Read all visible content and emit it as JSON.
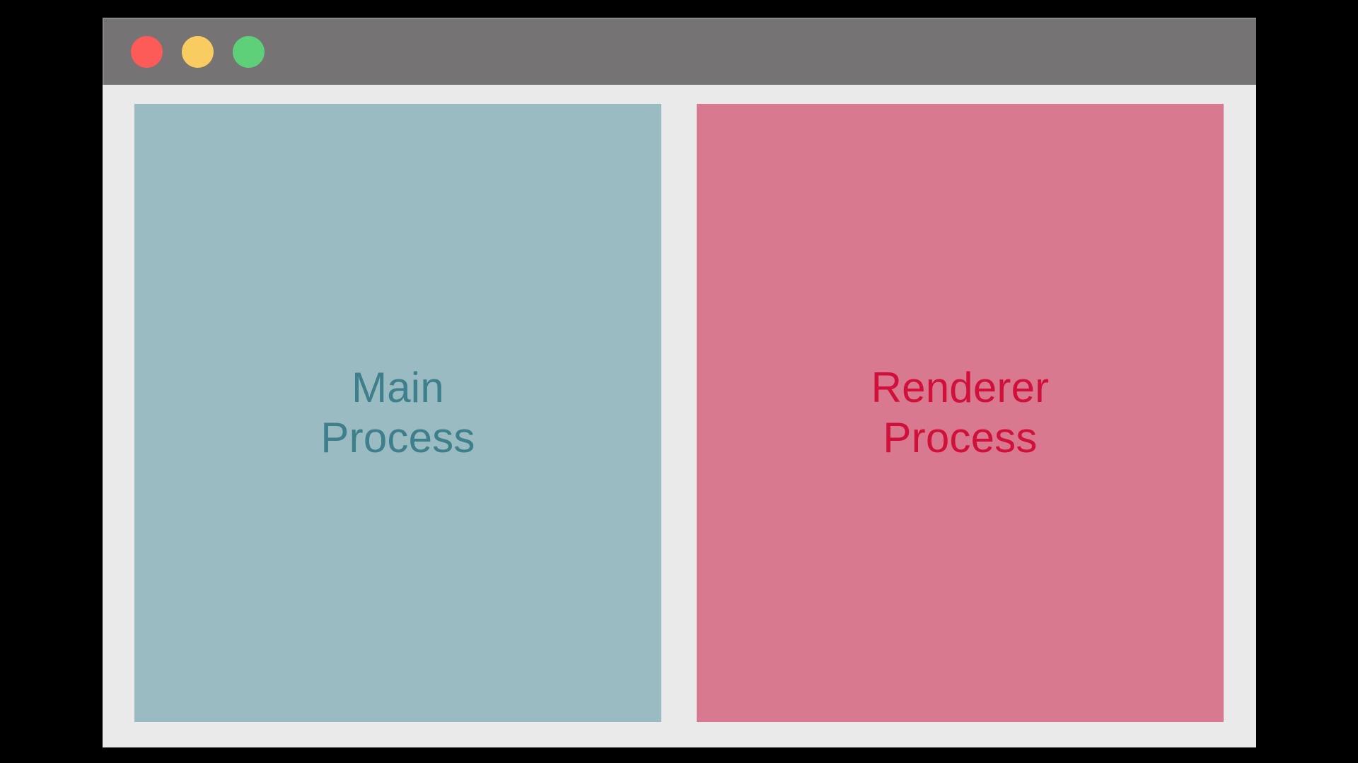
{
  "window": {
    "titlebar": {
      "background_color": "#757373",
      "traffic_lights": [
        {
          "name": "close",
          "color": "#fc5b57",
          "label": "Close"
        },
        {
          "name": "minimize",
          "color": "#f8cc60",
          "label": "Minimize"
        },
        {
          "name": "maximize",
          "color": "#5fd07a",
          "label": "Maximize"
        }
      ]
    },
    "body_background_color": "#eaeaea",
    "panels": [
      {
        "id": "main-process",
        "lines": [
          "Main",
          "Process"
        ],
        "background_color": "#99bbc1",
        "text_color": "#3d7f8a"
      },
      {
        "id": "renderer-process",
        "lines": [
          "Renderer",
          "Process"
        ],
        "background_color": "#d9798f",
        "text_color": "#d0103a"
      }
    ]
  }
}
